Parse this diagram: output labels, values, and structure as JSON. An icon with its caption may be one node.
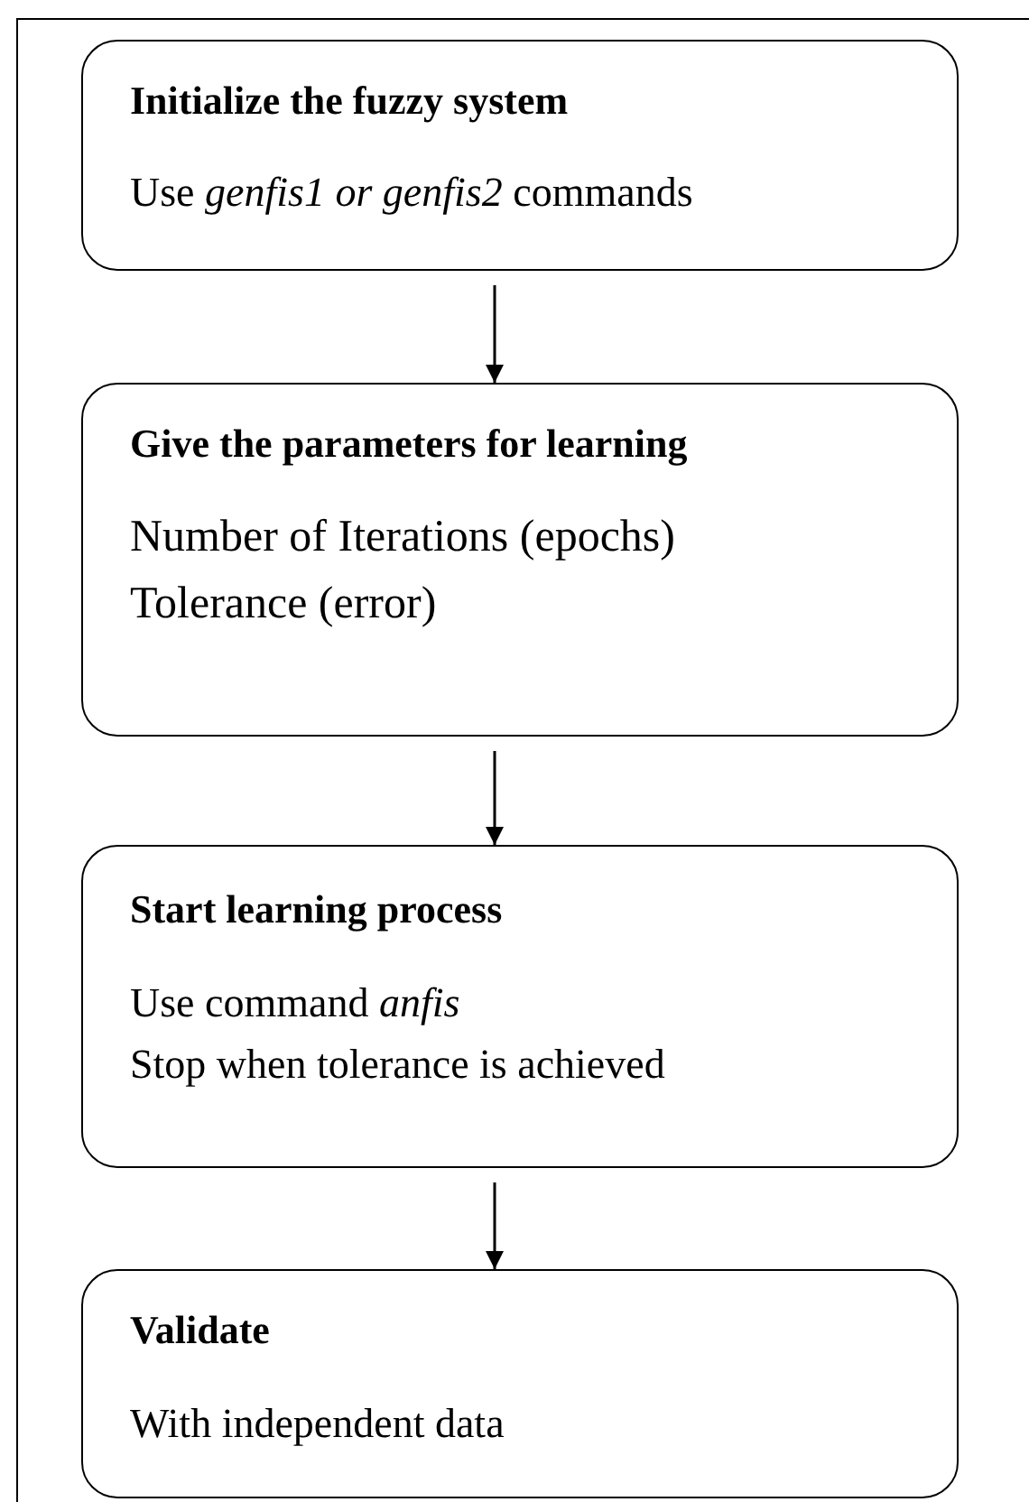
{
  "diagram": {
    "nodes": [
      {
        "text": [
          "Initialize the fuzzy system",
          "Use *genfis1 or genfis2* commands"
        ]
      },
      {
        "text": [
          "Give the parameters for learning",
          "Number of Iterations (epochs)",
          "Tolerance (error)"
        ]
      },
      {
        "text": [
          "Start learning process",
          "Use command *anfis*",
          "Stop when tolerance is achieved"
        ]
      },
      {
        "text": [
          "Validate",
          "With independent data"
        ]
      }
    ],
    "edges": [
      {
        "from": 0,
        "to": 1,
        "arrow": "to"
      },
      {
        "from": 1,
        "to": 2,
        "arrow": "to"
      },
      {
        "from": 2,
        "to": 3,
        "arrow": "to"
      }
    ]
  }
}
